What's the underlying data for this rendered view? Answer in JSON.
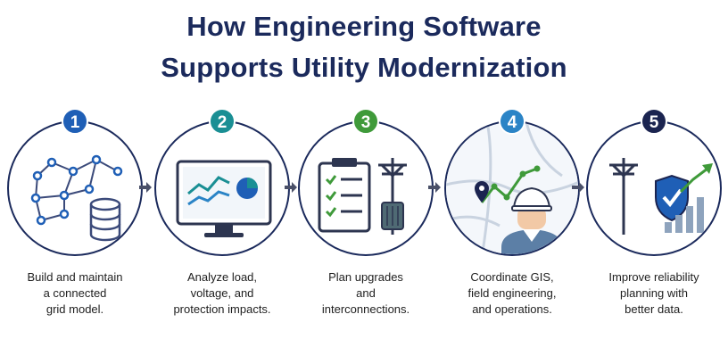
{
  "title": {
    "line1": "How Engineering Software",
    "line2": "Supports Utility Modernization"
  },
  "colors": {
    "navy": "#1b2a5c",
    "blue": "#1f5fb6",
    "teal": "#1a8f94",
    "green": "#3f9a3a",
    "sky": "#2b84c6",
    "darknavy": "#1b2450"
  },
  "steps": [
    {
      "number": "1",
      "icon": "grid-network-database-icon",
      "lines": [
        "Build and maintain",
        "a connected",
        "grid model."
      ]
    },
    {
      "number": "2",
      "icon": "monitor-analytics-icon",
      "lines": [
        "Analyze load,",
        "voltage, and",
        "protection impacts."
      ]
    },
    {
      "number": "3",
      "icon": "clipboard-utility-pole-icon",
      "lines": [
        "Plan upgrades",
        "and",
        "interconnections."
      ]
    },
    {
      "number": "4",
      "icon": "map-field-engineer-icon",
      "lines": [
        "Coordinate GIS,",
        "field engineering,",
        "and operations."
      ]
    },
    {
      "number": "5",
      "icon": "pole-shield-growth-icon",
      "lines": [
        "Improve reliability",
        "planning with",
        "better data."
      ]
    }
  ]
}
